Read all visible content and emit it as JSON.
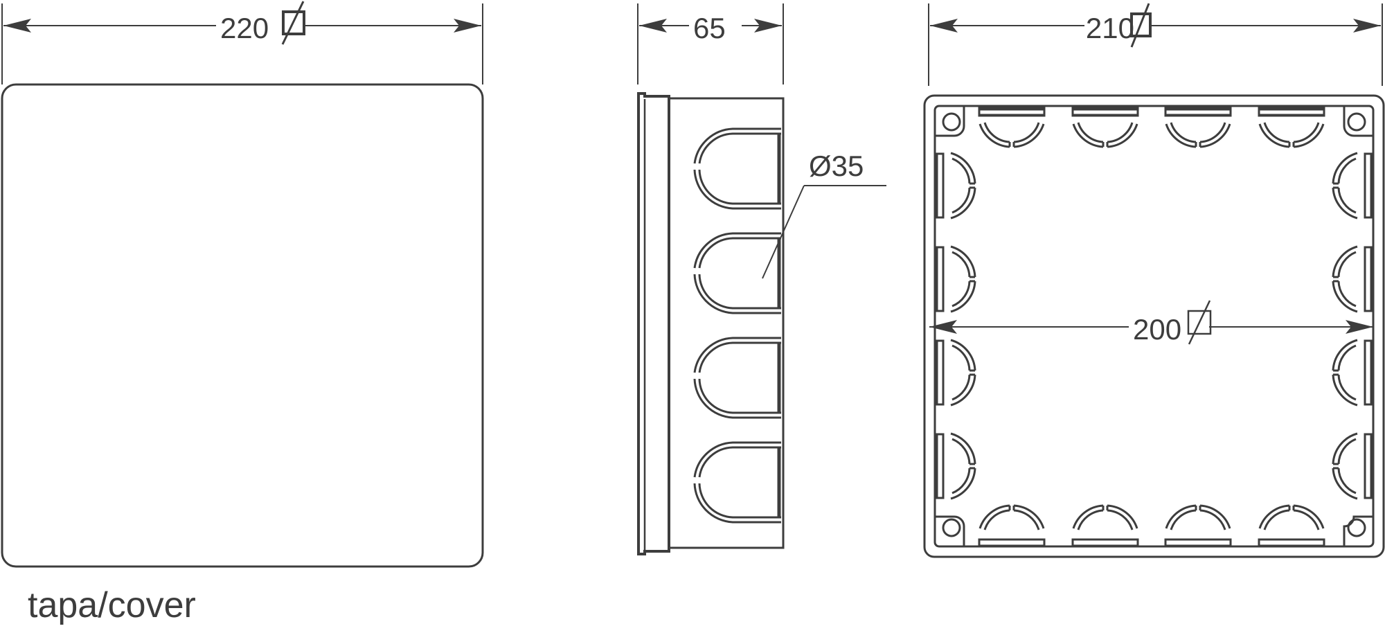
{
  "drawing": {
    "title": "Junction box technical drawing",
    "line_color": "#3d3d3d",
    "background": "#ffffff"
  },
  "cover_view": {
    "dimension": {
      "value": "220",
      "symbol": "square-icon"
    },
    "caption": "tapa/cover"
  },
  "side_view": {
    "depth_dimension": {
      "value": "65"
    },
    "knockout_dimension": {
      "value": "Ø35"
    },
    "knockout_count": 4
  },
  "front_view": {
    "outer_dimension": {
      "value": "210",
      "symbol": "square-icon"
    },
    "inner_dimension": {
      "value": "200",
      "symbol": "square-icon"
    },
    "knockouts_per_side": 4,
    "corner_screw_holes": 4
  }
}
